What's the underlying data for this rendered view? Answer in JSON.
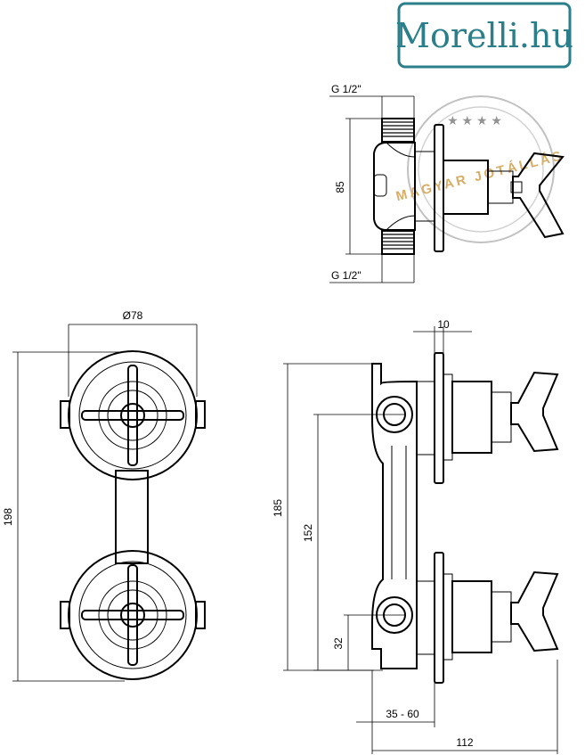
{
  "logo": {
    "text": "Morelli.hu",
    "color": "#2a7f8a"
  },
  "watermark": {
    "text": "MAGYAR JÓTÁLLÁS",
    "stars": "★ ★ ★ ★",
    "color": "#d4a657"
  },
  "dimensions": {
    "thread_top": "G 1/2\"",
    "thread_bottom": "G 1/2\"",
    "side_height": "85",
    "diameter": "Ø78",
    "front_height": "198",
    "plate_thickness": "10",
    "center_distance_185": "185",
    "center_distance_152": "152",
    "offset_32": "32",
    "wall_depth": "35 - 60",
    "total_depth": "112"
  }
}
